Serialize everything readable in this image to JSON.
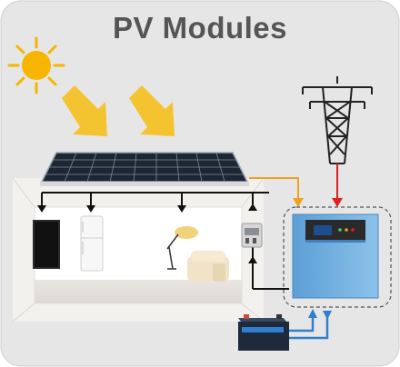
{
  "title": "PV Modules",
  "colors": {
    "background": "#e6e6e6",
    "sun": "#f7b500",
    "sun_arrows": "#f4c430",
    "solar_line": "#f0a020",
    "grid_line": "#e02020",
    "battery_line": "#2f7fd0",
    "inverter_body": "#7ab3e0",
    "inverter_dash": "#555555",
    "wiring": "#111111",
    "house_wall": "#f3f1ee"
  },
  "elements": {
    "sun": "sun-icon",
    "panel": "solar-panel",
    "tower": "transmission-tower-icon",
    "inverter": "hybrid-inverter",
    "battery": "battery-icon",
    "loads": [
      "television",
      "refrigerator",
      "floor-lamp",
      "armchair",
      "electric-meter"
    ]
  }
}
